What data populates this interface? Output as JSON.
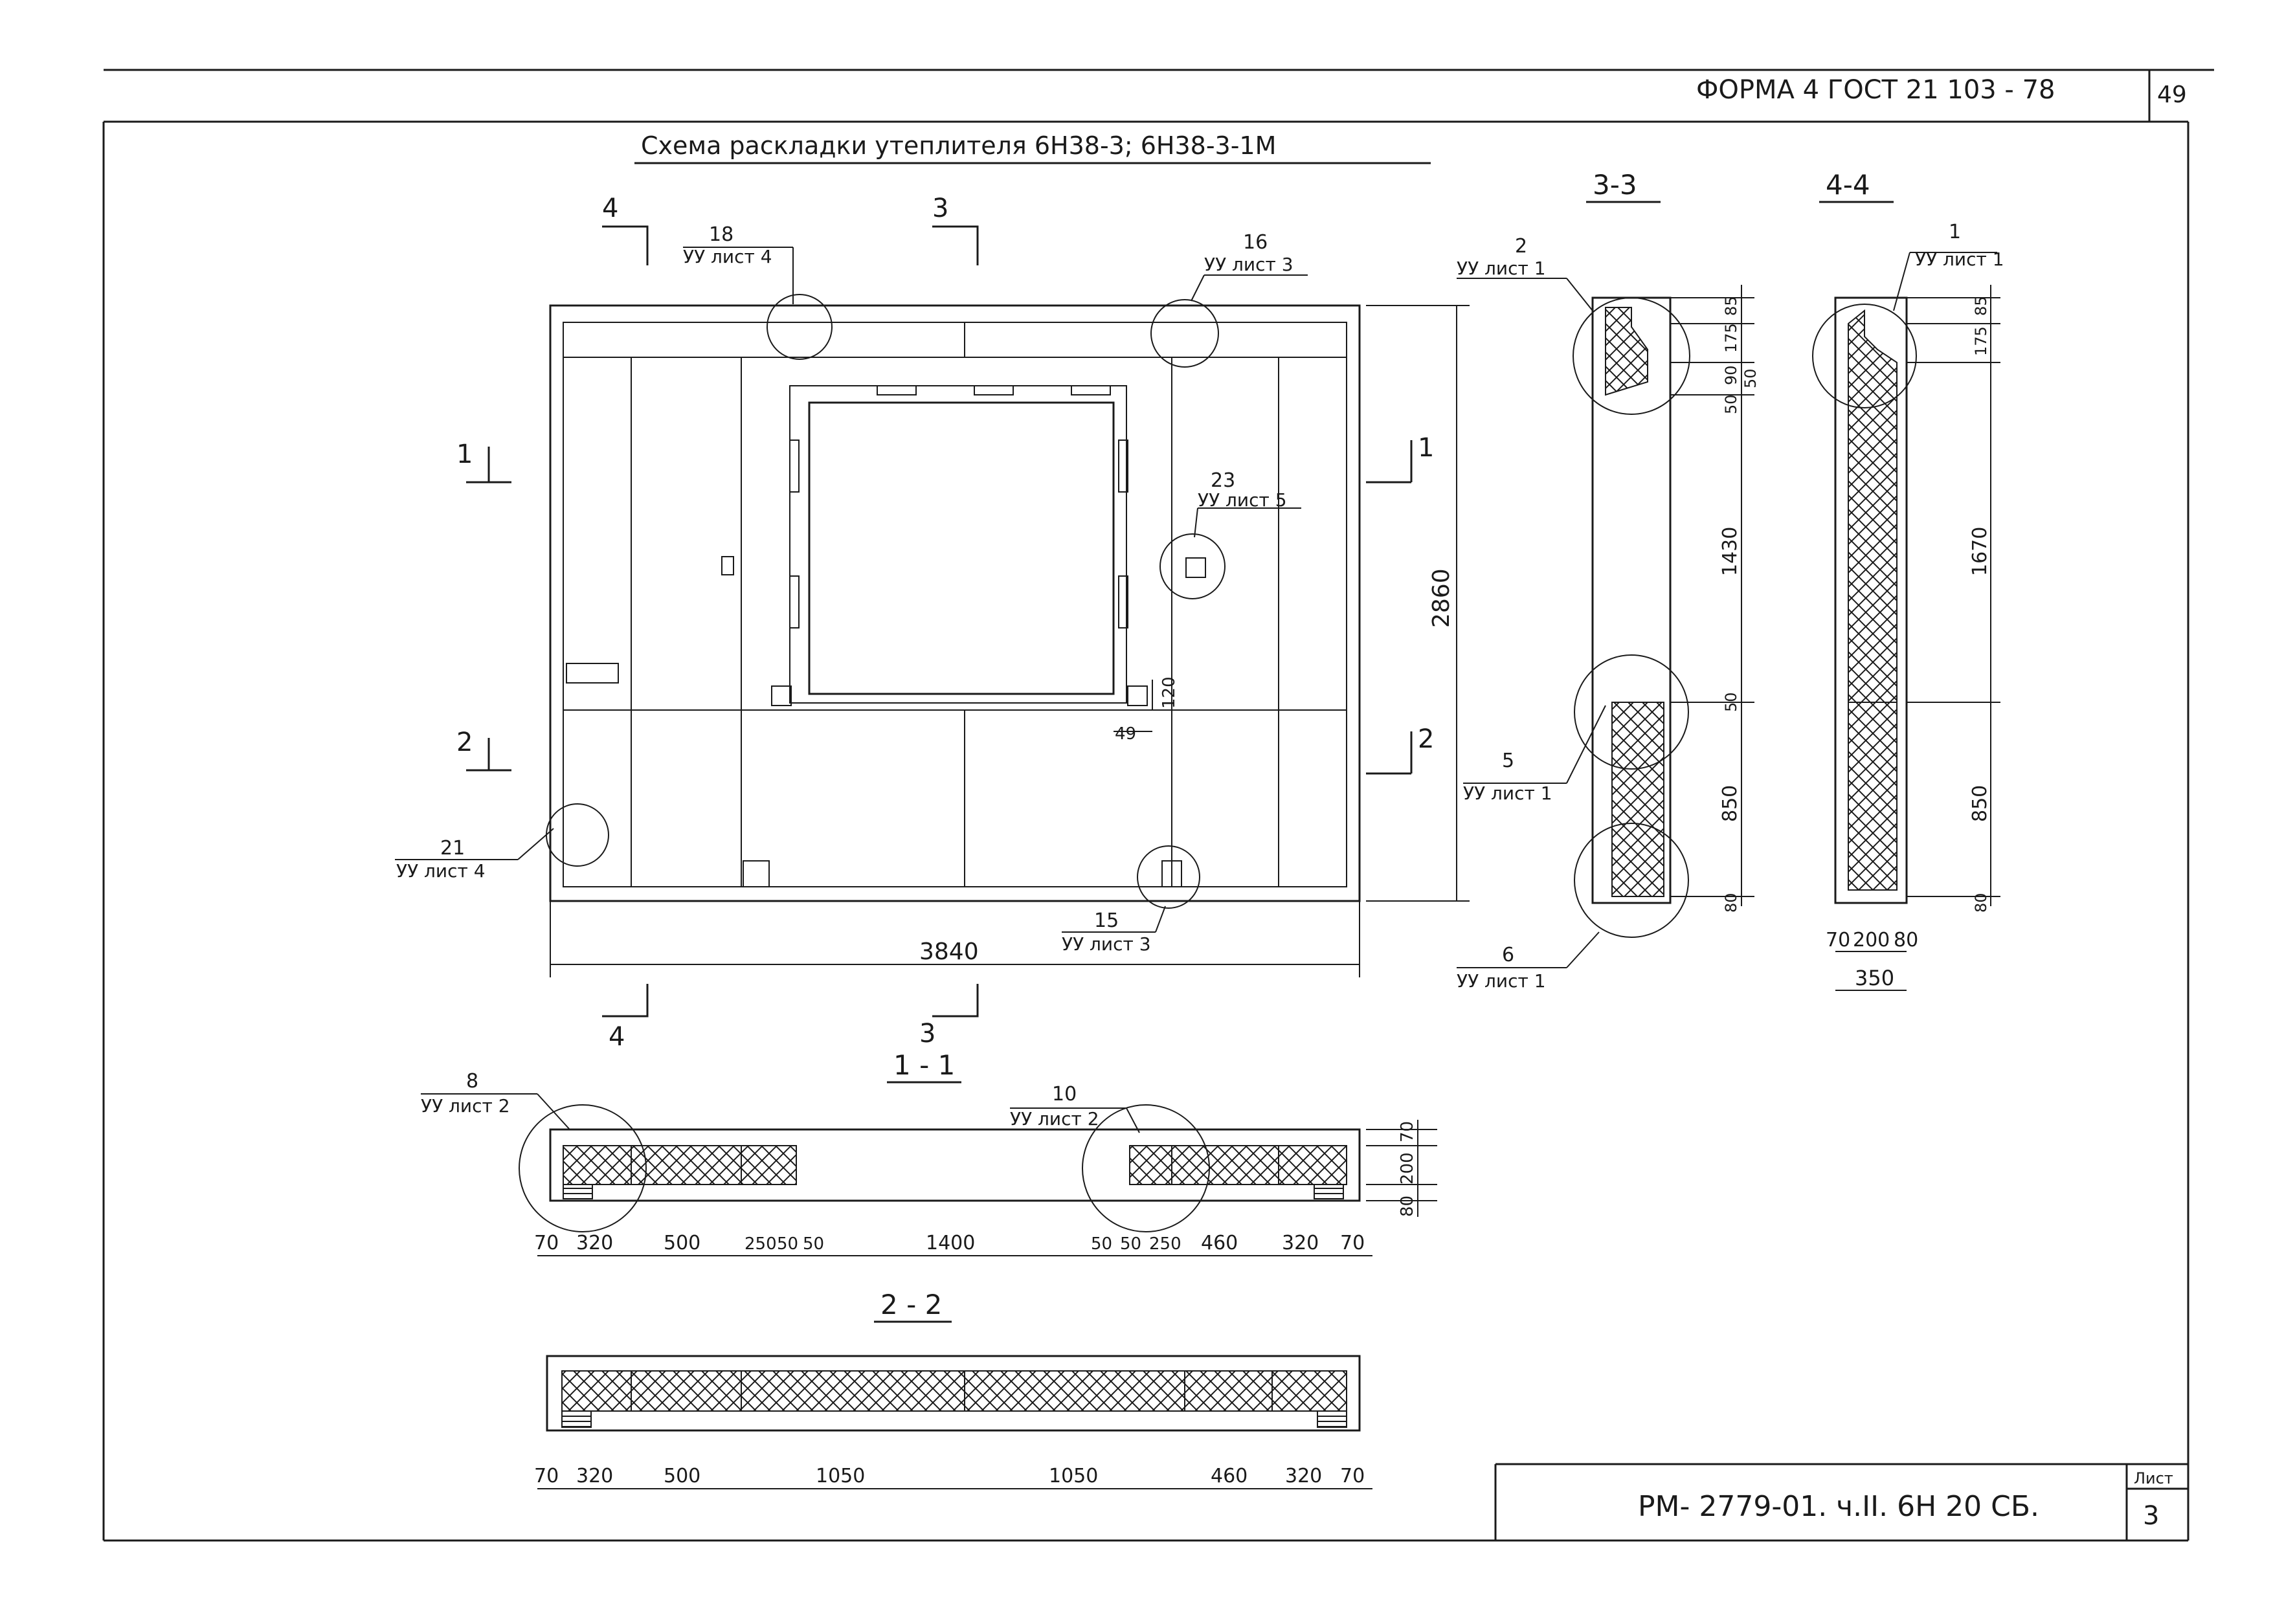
{
  "header": {
    "form": "ФОРМА 4  ГОСТ 21 103 - 78",
    "page_number": "49"
  },
  "drawing": {
    "title": "Схема раскладки утеплителя 6Н38-3; 6Н38-3-1М"
  },
  "elevation": {
    "width_dim": "3840",
    "height_dim": "2860",
    "small_dim_a": "120",
    "small_dim_b": "49",
    "cut_marks": [
      {
        "id": "c4t",
        "label": "4"
      },
      {
        "id": "c3t",
        "label": "3"
      },
      {
        "id": "c1l",
        "label": "1"
      },
      {
        "id": "c1r",
        "label": "1"
      },
      {
        "id": "c2l",
        "label": "2"
      },
      {
        "id": "c2r",
        "label": "2"
      },
      {
        "id": "c4b",
        "label": "4"
      },
      {
        "id": "c3b",
        "label": "3"
      }
    ],
    "callouts": [
      {
        "id": "n18",
        "num": "18",
        "ref": "УУ лист 4"
      },
      {
        "id": "n16",
        "num": "16",
        "ref": "УУ лист 3"
      },
      {
        "id": "n23",
        "num": "23",
        "ref": "УУ лист 5"
      },
      {
        "id": "n21",
        "num": "21",
        "ref": "УУ лист 4"
      },
      {
        "id": "n15",
        "num": "15",
        "ref": "УУ лист 3"
      }
    ]
  },
  "section_33": {
    "title": "3-3",
    "callouts": [
      {
        "id": "s2",
        "num": "2",
        "ref": "УУ лист 1"
      },
      {
        "id": "s5",
        "num": "5",
        "ref": "УУ лист 1"
      },
      {
        "id": "s6",
        "num": "6",
        "ref": "УУ лист 1"
      }
    ],
    "dims": [
      "85",
      "175",
      "90",
      "50",
      "50",
      "1430",
      "50",
      "850",
      "80"
    ]
  },
  "section_44": {
    "title": "4-4",
    "callout": {
      "num": "1",
      "ref": "УУ лист 1"
    },
    "dims": [
      "85",
      "175",
      "1670",
      "850",
      "80"
    ],
    "bottom_dims": [
      "70",
      "200",
      "80"
    ],
    "total": "350"
  },
  "section_11": {
    "title": "1 - 1",
    "callouts": [
      {
        "id": "c8",
        "num": "8",
        "ref": "УУ лист 2"
      },
      {
        "id": "c10",
        "num": "10",
        "ref": "УУ лист 2"
      }
    ],
    "dims": [
      "70",
      "320",
      "500",
      "250",
      "50",
      "50",
      "1400",
      "50",
      "50",
      "250",
      "460",
      "320",
      "70"
    ],
    "side_dims": [
      "70",
      "200",
      "80"
    ]
  },
  "section_22": {
    "title": "2 - 2",
    "dims": [
      "70",
      "320",
      "500",
      "1050",
      "1050",
      "460",
      "320",
      "70"
    ]
  },
  "title_block": {
    "code": "РМ- 2779-01. ч.II. 6Н  20 СБ.",
    "sheet_label": "Лист",
    "sheet_number": "3"
  }
}
